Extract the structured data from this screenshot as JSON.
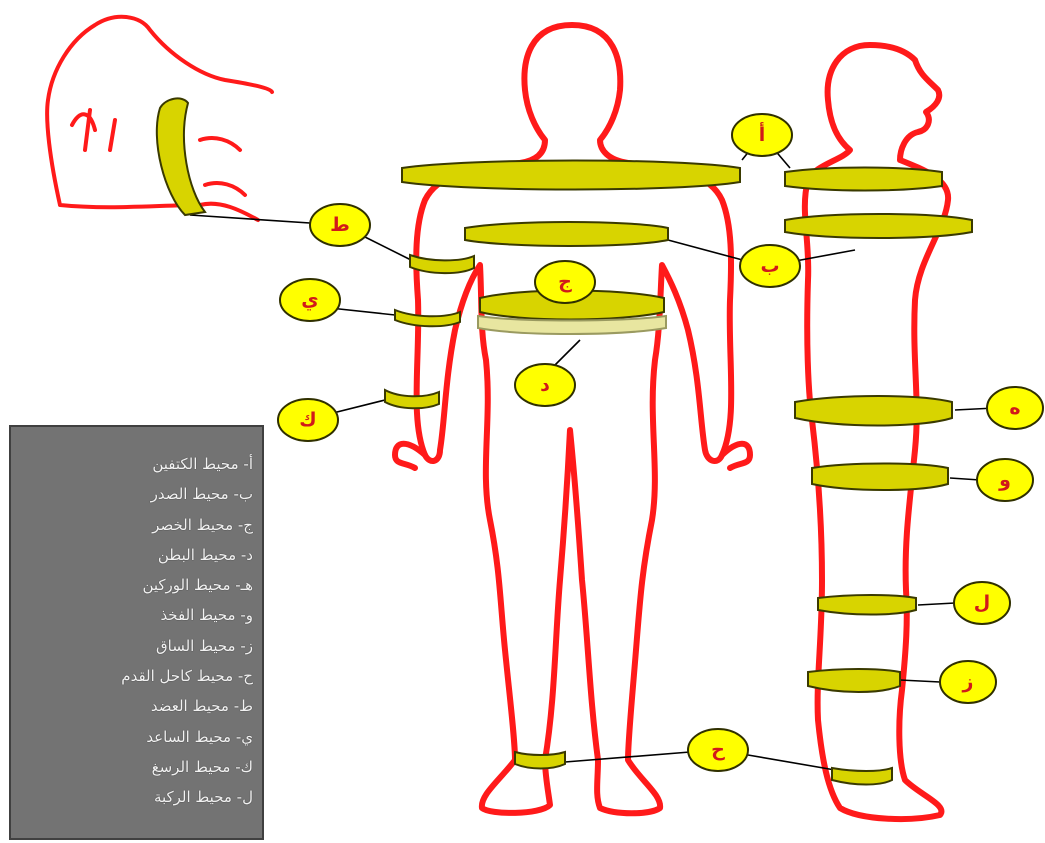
{
  "tags": {
    "a": "أ",
    "b": "ب",
    "j": "ج",
    "d": "د",
    "h": "ه",
    "w": "و",
    "z": "ز",
    "ha": "ح",
    "t": "ط",
    "y": "ي",
    "k": "ك",
    "l": "ل"
  },
  "legend": {
    "items": [
      "أ- محيط الكتفين",
      "ب- محيط الصدر",
      "ج- محيط الخصر",
      "د- محيط البطن",
      "هـ- محيط الوركين",
      "و- محيط الفخذ",
      "ز- محيط الساق",
      "ح- محيط كاحل القدم",
      "ط- محيط العضد",
      "ي- محيط الساعد",
      "ك- محيط الرسغ",
      "ل- محيط الركبة"
    ]
  },
  "colors": {
    "outline": "#ff0000",
    "band_fill": "#d8d400",
    "band_edge": "#4a4a00",
    "tag_fill": "#ffff00",
    "legend_bg": "#737373"
  }
}
